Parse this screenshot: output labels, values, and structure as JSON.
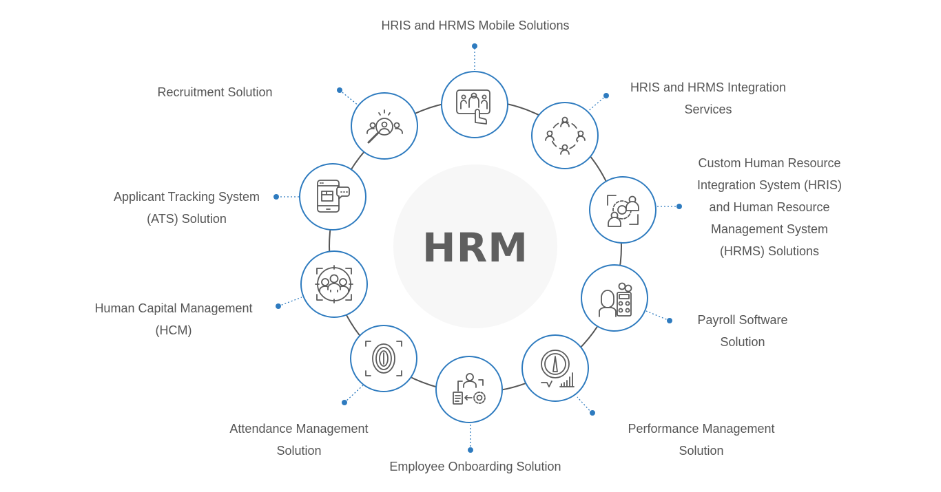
{
  "center": {
    "label": "HRM"
  },
  "colors": {
    "accent": "#2e7bbf",
    "ring": "#555555",
    "center_fill": "#f7f7f7",
    "text": "#555555"
  },
  "nodes": [
    {
      "id": "mobile",
      "icon": "tablet-touch-people-icon",
      "label_lines": [
        "HRIS and HRMS Mobile Solutions"
      ]
    },
    {
      "id": "integration",
      "icon": "connected-people-circle-icon",
      "label_lines": [
        "HRIS and HRMS Integration",
        "Services"
      ]
    },
    {
      "id": "custom",
      "icon": "gear-people-management-icon",
      "label_lines": [
        "Custom Human Resource",
        "Integration System (HRIS)",
        "and Human Resource",
        "Management System",
        "(HRMS) Solutions"
      ]
    },
    {
      "id": "payroll",
      "icon": "woman-calculator-dollar-icon",
      "label_lines": [
        "Payroll Software",
        "Solution"
      ]
    },
    {
      "id": "performance",
      "icon": "gauge-bar-chart-icon",
      "label_lines": [
        "Performance Management",
        "Solution"
      ]
    },
    {
      "id": "onboarding",
      "icon": "person-document-gear-cycle-icon",
      "label_lines": [
        "Employee Onboarding Solution"
      ]
    },
    {
      "id": "attendance",
      "icon": "fingerprint-scan-icon",
      "label_lines": [
        "Attendance Management",
        "Solution"
      ]
    },
    {
      "id": "hcm",
      "icon": "target-group-people-icon",
      "label_lines": [
        "Human Capital Management",
        "(HCM)"
      ]
    },
    {
      "id": "ats",
      "icon": "smartphone-package-chat-icon",
      "label_lines": [
        "Applicant Tracking System",
        "(ATS) Solution"
      ]
    },
    {
      "id": "recruitment",
      "icon": "magnifier-people-search-icon",
      "label_lines": [
        "Recruitment Solution"
      ]
    }
  ]
}
